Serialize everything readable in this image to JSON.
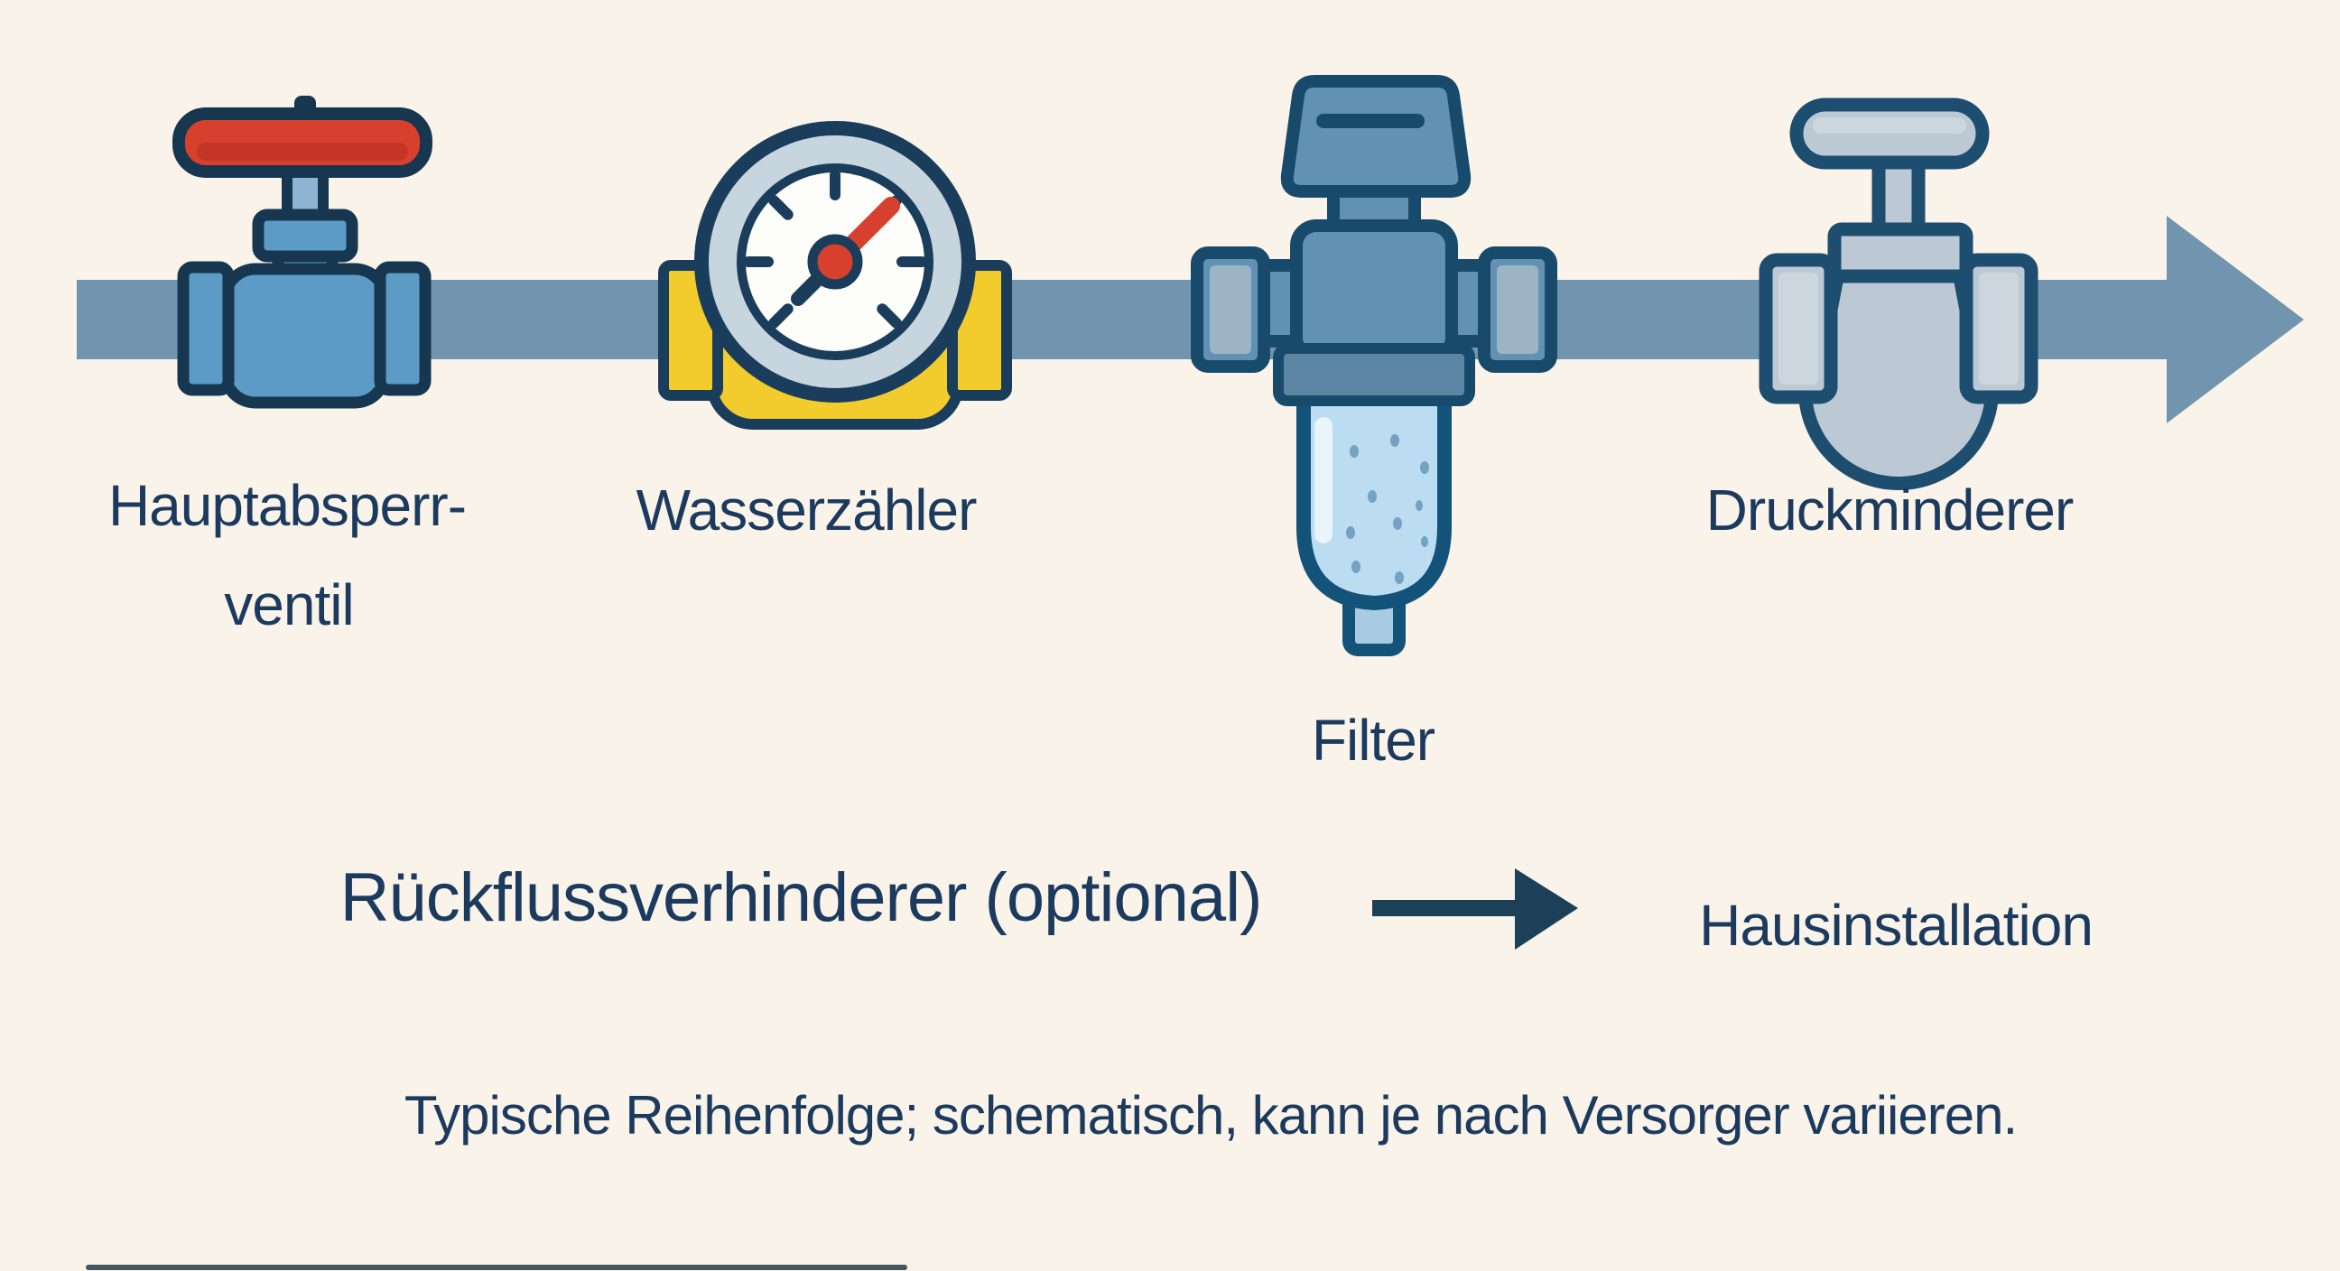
{
  "pipeline": {
    "components": [
      {
        "id": "main-shutoff-valve",
        "label_line1": "Hauptabsperr-",
        "label_line2": "ventil"
      },
      {
        "id": "water-meter",
        "label": "Wasserzähler"
      },
      {
        "id": "filter",
        "label": "Filter"
      },
      {
        "id": "pressure-reducer",
        "label": "Druckminderer"
      }
    ],
    "optional_component": "Rückflussverhinderer (optional)",
    "flow_destination": "Hausinstallation",
    "caption": "Typische Reihenfolge; schematisch, kann je nach Versorger variieren."
  },
  "icons": {
    "flow_pipe": "horizontal-pipe-with-arrow",
    "main_shutoff_valve": "gate-valve-red-handle",
    "water_meter": "round-gauge-yellow-body",
    "filter": "filter-with-clear-bowl",
    "pressure_reducer": "gray-globe-valve",
    "optional_arrow": "arrow-right"
  },
  "colors": {
    "background": "#f9f3e9",
    "pipe": "#7195ae",
    "outlineDark": "#16374f",
    "outlineNavy": "#1b3d5c",
    "valveBlue": "#5b9bc5",
    "stemBlue": "#8fb3d2",
    "handleRed": "#d8402e",
    "handleRedDark": "#c53526",
    "meterYellow": "#f2cb2d",
    "gaugeRing": "#c7d6de",
    "gaugeFace": "#fdfdfa",
    "needleRed": "#d6402c",
    "filterBlue": "#6191b3",
    "filterOutline": "#174a6b",
    "collarBlue": "#5c85a4",
    "bowlFill": "#bcdcf1",
    "bowlOutline": "#13537a",
    "bowlDots": "#73a2c3",
    "bowlHighlight": "#e9f4fb",
    "nubFill": "#a8cbe2",
    "grayFill": "#bcc9d4",
    "grayInner": "#ccd6de",
    "grayOutline": "#1d4d6f",
    "textNavy": "#1b3a5e",
    "arrowNavy": "#1d4059",
    "edgeLine": "#24384a"
  }
}
